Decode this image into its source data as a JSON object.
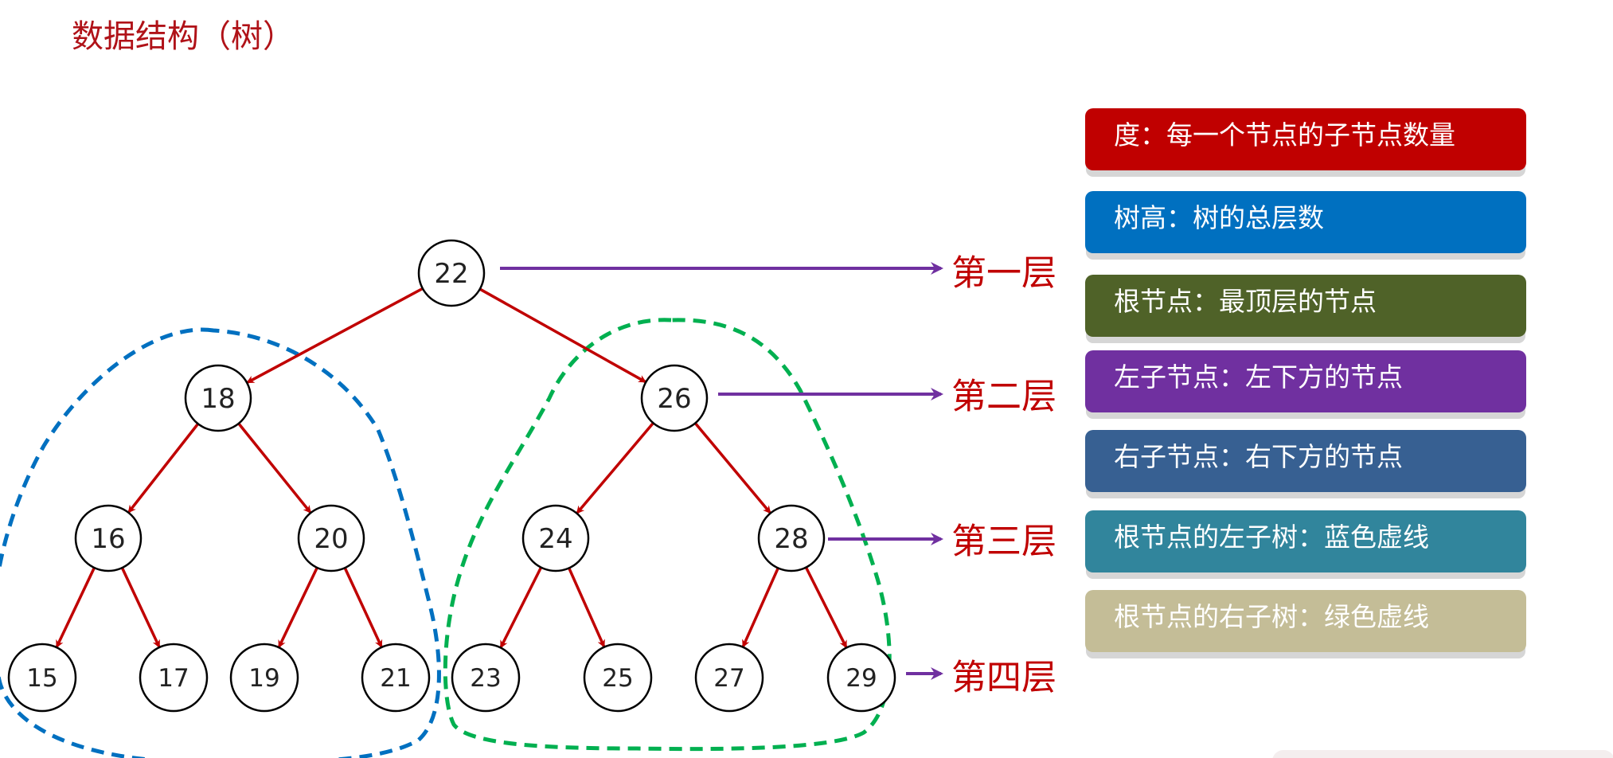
{
  "title": "数据结构（树）",
  "tree": {
    "nodes": [
      {
        "id": "n22",
        "label": "22"
      },
      {
        "id": "n18",
        "label": "18"
      },
      {
        "id": "n26",
        "label": "26"
      },
      {
        "id": "n16",
        "label": "16"
      },
      {
        "id": "n20",
        "label": "20"
      },
      {
        "id": "n24",
        "label": "24"
      },
      {
        "id": "n28",
        "label": "28"
      },
      {
        "id": "n15",
        "label": "15"
      },
      {
        "id": "n17",
        "label": "17"
      },
      {
        "id": "n19",
        "label": "19"
      },
      {
        "id": "n21",
        "label": "21"
      },
      {
        "id": "n23",
        "label": "23"
      },
      {
        "id": "n25",
        "label": "25"
      },
      {
        "id": "n27",
        "label": "27"
      },
      {
        "id": "n29",
        "label": "29"
      }
    ],
    "edges": [
      [
        "n22",
        "n18"
      ],
      [
        "n22",
        "n26"
      ],
      [
        "n18",
        "n16"
      ],
      [
        "n18",
        "n20"
      ],
      [
        "n26",
        "n24"
      ],
      [
        "n26",
        "n28"
      ],
      [
        "n16",
        "n15"
      ],
      [
        "n16",
        "n17"
      ],
      [
        "n20",
        "n19"
      ],
      [
        "n20",
        "n21"
      ],
      [
        "n24",
        "n23"
      ],
      [
        "n24",
        "n25"
      ],
      [
        "n28",
        "n27"
      ],
      [
        "n28",
        "n29"
      ]
    ],
    "levels": [
      {
        "label": "第一层"
      },
      {
        "label": "第二层"
      },
      {
        "label": "第三层"
      },
      {
        "label": "第四层"
      }
    ]
  },
  "colors": {
    "title": "#b01218",
    "edge": "#c00000",
    "level_arrow": "#7030a0",
    "level_text": "#c00000",
    "left_subtree_outline": "#0070c0",
    "right_subtree_outline": "#00b050"
  },
  "legend": [
    {
      "text": "度：每一个节点的子节点数量",
      "color": "#c00000"
    },
    {
      "text": "树高：树的总层数",
      "color": "#0070c0"
    },
    {
      "text": "根节点：最顶层的节点",
      "color": "#4f6228"
    },
    {
      "text": "左子节点：左下方的节点",
      "color": "#7030a0"
    },
    {
      "text": "右子节点：右下方的节点",
      "color": "#376092"
    },
    {
      "text": "根节点的左子树：蓝色虚线",
      "color": "#31859c"
    },
    {
      "text": "根节点的右子树：绿色虚线",
      "color": "#c4bd97"
    }
  ]
}
